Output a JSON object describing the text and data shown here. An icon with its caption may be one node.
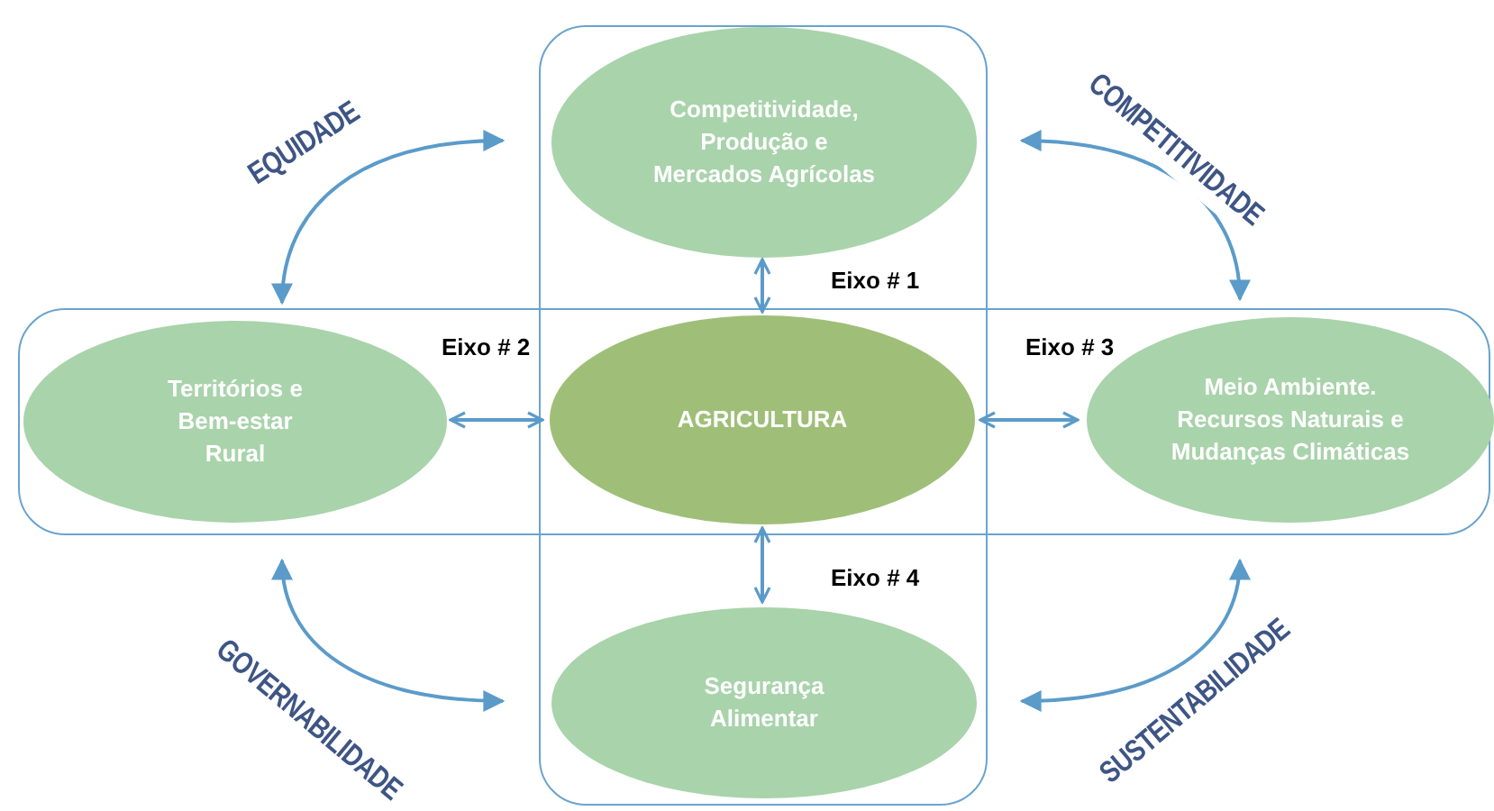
{
  "diagram": {
    "nodes": [
      {
        "text": [],
        "shape": "box"
      },
      {
        "text": [],
        "shape": "box"
      },
      {
        "text": [
          "Competitividade, Produção e Mercados Agrícolas"
        ],
        "in": 0
      },
      {
        "text": [
          "Territórios e Bem-estar Rural"
        ],
        "in": 1
      },
      {
        "text": [
          "AGRICULTURA"
        ]
      },
      {
        "text": [
          "Meio Ambiente. Recursos Naturais e Mudanças Climáticas"
        ],
        "in": 1
      },
      {
        "text": [
          "Segurança Alimentar"
        ],
        "in": 0
      }
    ],
    "edges": [
      {
        "from": 3,
        "to": 2,
        "arrow": "both",
        "label": "EQUIDADE"
      },
      {
        "from": 2,
        "to": 5,
        "arrow": "both",
        "label": "COMPETITIVIDADE"
      },
      {
        "from": 3,
        "to": 6,
        "arrow": "both",
        "label": "GOVERNABILIDADE"
      },
      {
        "from": 5,
        "to": 6,
        "arrow": "both",
        "label": "SUSTENTABILIDADE"
      },
      {
        "from": 2,
        "to": 4,
        "arrow": "both",
        "label": "Eixo # 1"
      },
      {
        "from": 3,
        "to": 4,
        "arrow": "both",
        "label": "Eixo # 2"
      },
      {
        "from": 4,
        "to": 5,
        "arrow": "both",
        "label": "Eixo # 3"
      },
      {
        "from": 4,
        "to": 6,
        "arrow": "both",
        "label": "Eixo # 4"
      }
    ]
  }
}
